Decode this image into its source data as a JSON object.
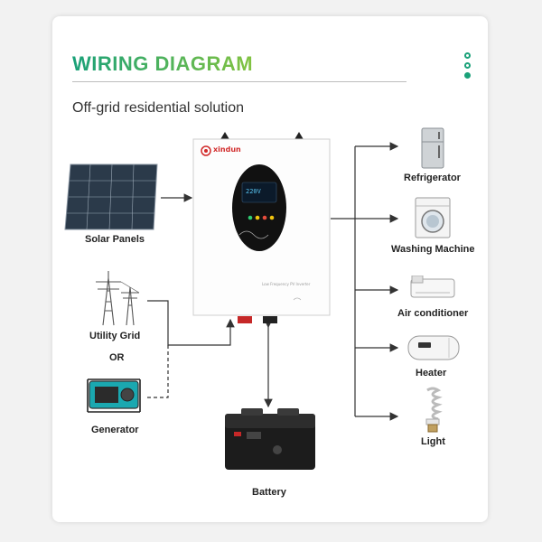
{
  "header": {
    "title": "WIRING DIAGRAM",
    "subtitle": "Off-grid residential solution"
  },
  "brand": {
    "logo_text": "xindun",
    "product_label": "Low Frequency PV Inverter",
    "lcd_reading": "220V"
  },
  "inputs": {
    "solar_panels": "Solar Panels",
    "utility_grid": "Utility Grid",
    "or": "OR",
    "generator": "Generator"
  },
  "storage": {
    "battery": "Battery"
  },
  "loads": [
    "Refrigerator",
    "Washing Machine",
    "Air conditioner",
    "Heater",
    "Light"
  ],
  "colors": {
    "accent_green": "#1aa179",
    "accent_lime": "#82c341",
    "line": "#333333",
    "brand_red": "#d12a2a"
  }
}
